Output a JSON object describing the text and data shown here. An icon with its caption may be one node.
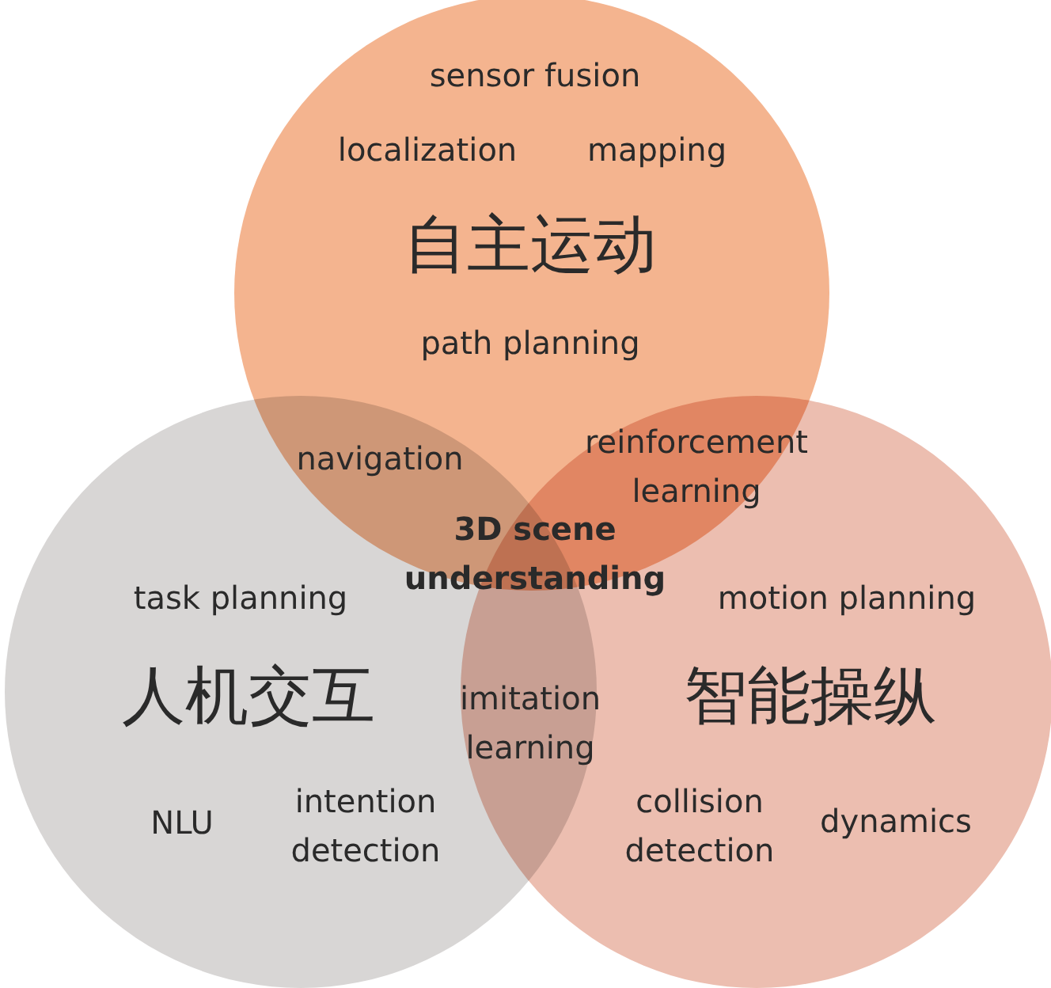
{
  "diagram": {
    "nodes": [
      {
        "text": [
          "sensor fusion",
          "localization",
          "mapping",
          "自主运动",
          "path planning"
        ]
      },
      {
        "text": [
          "task planning",
          "人机交互",
          "NLU",
          "intention detection"
        ]
      },
      {
        "text": [
          "motion planning",
          "智能操纵",
          "collision detection",
          "dynamics"
        ]
      }
    ],
    "labels": [
      "navigation",
      "reinforcement learning",
      "3D scene understanding",
      "imitation learning"
    ]
  }
}
